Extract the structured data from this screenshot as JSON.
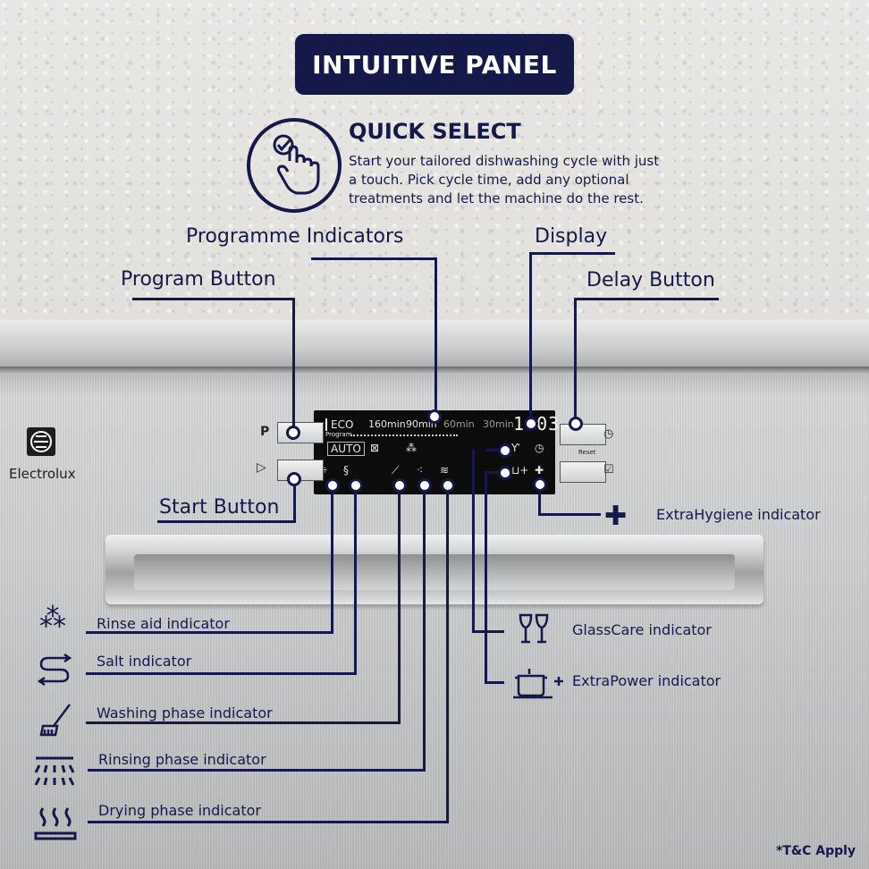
{
  "header": {
    "title": "INTUITIVE PANEL"
  },
  "quick_select": {
    "title": "QUICK SELECT",
    "line1": "Start your tailored dishwashing cycle with just",
    "line2": "a touch. Pick cycle time, add any optional",
    "line3": "treatments and let the machine do the rest."
  },
  "callouts": {
    "programme_indicators": "Programme Indicators",
    "display": "Display",
    "program_button": "Program Button",
    "delay_button": "Delay Button",
    "start_button": "Start Button",
    "extrahygiene": "ExtraHygiene indicator",
    "glasscare": "GlassCare indicator",
    "extrapower": "ExtraPower indicator",
    "rinse_aid": "Rinse aid indicator",
    "salt": "Salt indicator",
    "washing": "Washing phase indicator",
    "rinsing": "Rinsing phase indicator",
    "drying": "Drying phase indicator"
  },
  "panel": {
    "eco": "ECO",
    "t160": "160min",
    "t90": "90min",
    "t60": "60min",
    "t30": "30min",
    "program": "Program",
    "auto": "AUTO",
    "digits": "1:03",
    "reset": "Reset",
    "p_label": "P",
    "start_symbol": "▷"
  },
  "brand": {
    "name": "Electrolux"
  },
  "footer": {
    "tc": "*T&C Apply"
  },
  "colors": {
    "navy": "#15194a",
    "panel": "#0c0c0d",
    "steel": "#c9cacb"
  }
}
